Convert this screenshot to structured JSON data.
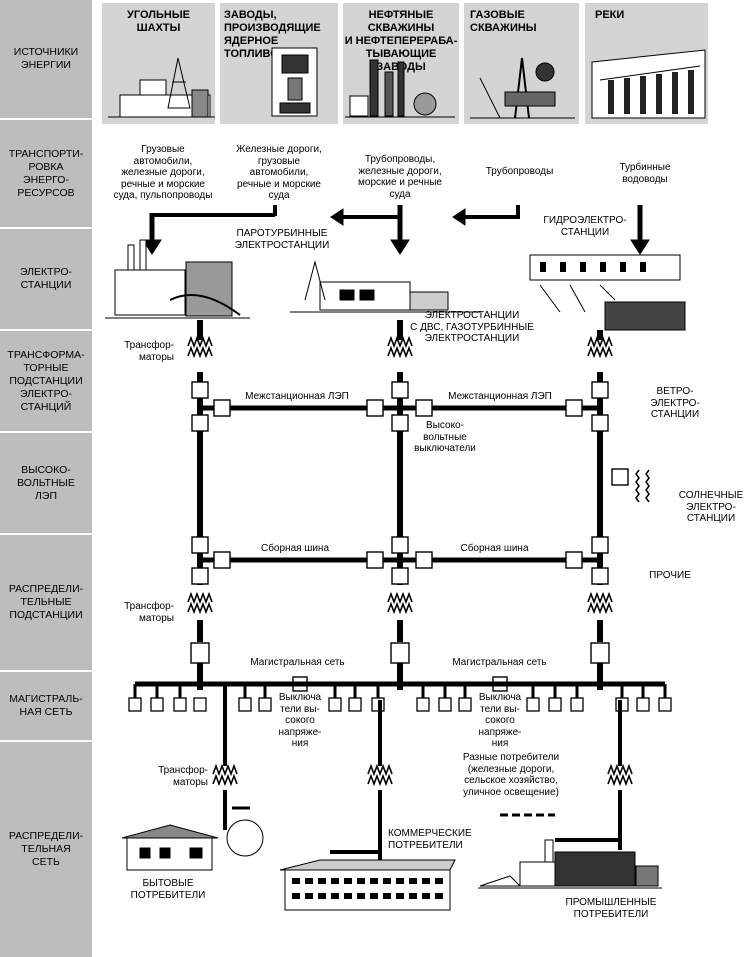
{
  "rows": [
    {
      "label": "ИСТОЧНИКИ\nЭНЕРГИИ"
    },
    {
      "label": "ТРАНСПОРТИ-\nРОВКА\nЭНЕРГО-\nРЕСУРСОВ"
    },
    {
      "label": "ЭЛЕКТРО-\nСТАНЦИИ"
    },
    {
      "label": "ТРАНСФОРМА-\nТОРНЫЕ\nПОДСТАНЦИИ\nЭЛЕКТРО-\nСТАНЦИЙ"
    },
    {
      "label": "ВЫСОКО-\nВОЛЬТНЫЕ\nЛЭП"
    },
    {
      "label": "РАСПРЕДЕЛИ-\nТЕЛЬНЫЕ\nПОДСТАНЦИИ"
    },
    {
      "label": "МАГИСТРАЛЬ-\nНАЯ СЕТЬ"
    },
    {
      "label": "РАСПРЕДЕЛИ-\nТЕЛЬНАЯ\nСЕТЬ"
    }
  ],
  "sources": [
    {
      "title": "УГОЛЬНЫЕ\nШАХТЫ",
      "icon": "coal-mine-icon"
    },
    {
      "title": "ЗАВОДЫ,\nПРОИЗВОДЯЩИЕ\nЯДЕРНОЕ\nТОПЛИВО",
      "icon": "nuclear-fuel-plant-icon"
    },
    {
      "title": "НЕФТЯНЫЕ СКВАЖИНЫ\nИ НЕФТЕПЕРЕРАБА-\nТЫВАЮЩИЕ ЗАВОДЫ",
      "icon": "oil-refinery-icon"
    },
    {
      "title": "ГАЗОВЫЕ\nСКВАЖИНЫ",
      "icon": "gas-well-icon"
    },
    {
      "title": "РЕКИ",
      "icon": "river-dam-icon"
    }
  ],
  "transport": [
    "Грузовые\nавтомобили,\nжелезные дороги,\nречные и морские\nсуда, пульпопроводы",
    "Железные дороги,\nгрузовые\nавтомобили,\nречные и морские\nсуда",
    "Трубопроводы,\nжелезные дороги,\nморские и речные\nсуда",
    "Трубопроводы",
    "Турбинные\nводоводы"
  ],
  "stations": {
    "steam": "ПАРОТУРБИННЫЕ\nЭЛЕКТРОСТАНЦИИ",
    "ice": "ЭЛЕКТРОСТАНЦИИ\nС ДВС, ГАЗОТУРБИННЫЕ\nЭЛЕКТРОСТАНЦИИ",
    "hydro": "ГИДРОЭЛЕКТРО-\nСТАНЦИИ"
  },
  "labels": {
    "transformers": "Трансфор-\nматоры",
    "interstation_line": "Межстанционная ЛЭП",
    "hv_breakers": "Высоко-\nвольтные\nвыключатели",
    "collector_bus": "Сборная шина",
    "trunk_net": "Магистральная сеть",
    "hv_switch": "Выключа\nтели вы-\nсокого\nнапряже-\nния"
  },
  "alt_stations": {
    "wind": "ВЕТРО-\nЭЛЕКТРО-\nСТАНЦИИ",
    "solar": "СОЛНЕЧНЫЕ\nЭЛЕКТРО-\nСТАНЦИИ",
    "other": "ПРОЧИЕ"
  },
  "consumers": {
    "domestic": "БЫТОВЫЕ\nПОТРЕБИТЕЛИ",
    "commercial": "КОММЕРЧЕСКИЕ\nПОТРЕБИТЕЛИ",
    "industrial": "ПРОМЫШЛЕННЫЕ\nПОТРЕБИТЕЛИ",
    "various": "Разные потребители\n(железные дороги,\nсельское хозяйство,\nуличное освещение)"
  }
}
